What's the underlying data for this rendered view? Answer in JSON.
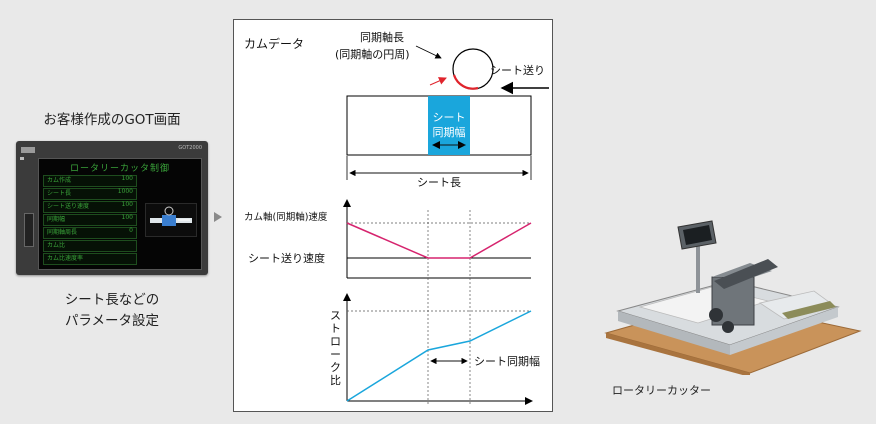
{
  "left": {
    "title": "お客様作成のGOT画面",
    "screen_title": "ロータリーカッタ制御",
    "screen_rows": [
      "カム作成",
      "シート長",
      "シート送り速度",
      "同期幅",
      "同期軸周長",
      "カム比",
      "カム比速度率"
    ],
    "screen_values": [
      "100",
      "1000",
      "100",
      "100",
      "0",
      "",
      ""
    ],
    "brand": "GOT2000",
    "caption_line1": "シート長などの",
    "caption_line2": "パラメータ設定"
  },
  "diagram": {
    "panel_title": "カムデータ",
    "sync_axis_label": "同期軸長",
    "sync_axis_sub": "(同期軸の円周)",
    "sheet_feed": "シート送り",
    "sheet_sync_line1": "シート",
    "sheet_sync_line2": "同期幅",
    "sheet_length": "シート長",
    "cam_speed_label": "カム軸(同期軸)速度",
    "feed_speed_label": "シート送り速度",
    "stroke_label": [
      "ス",
      "ト",
      "ロ",
      "ー",
      "ク",
      "比"
    ],
    "sheet_sync_width": "シート同期幅",
    "colors": {
      "speed_line": "#d6246e",
      "stroke_line": "#1aa6dc",
      "sync_block": "#1aa6dc",
      "cam_arc": "#e0242c"
    }
  },
  "right": {
    "caption": "ロータリーカッター"
  }
}
